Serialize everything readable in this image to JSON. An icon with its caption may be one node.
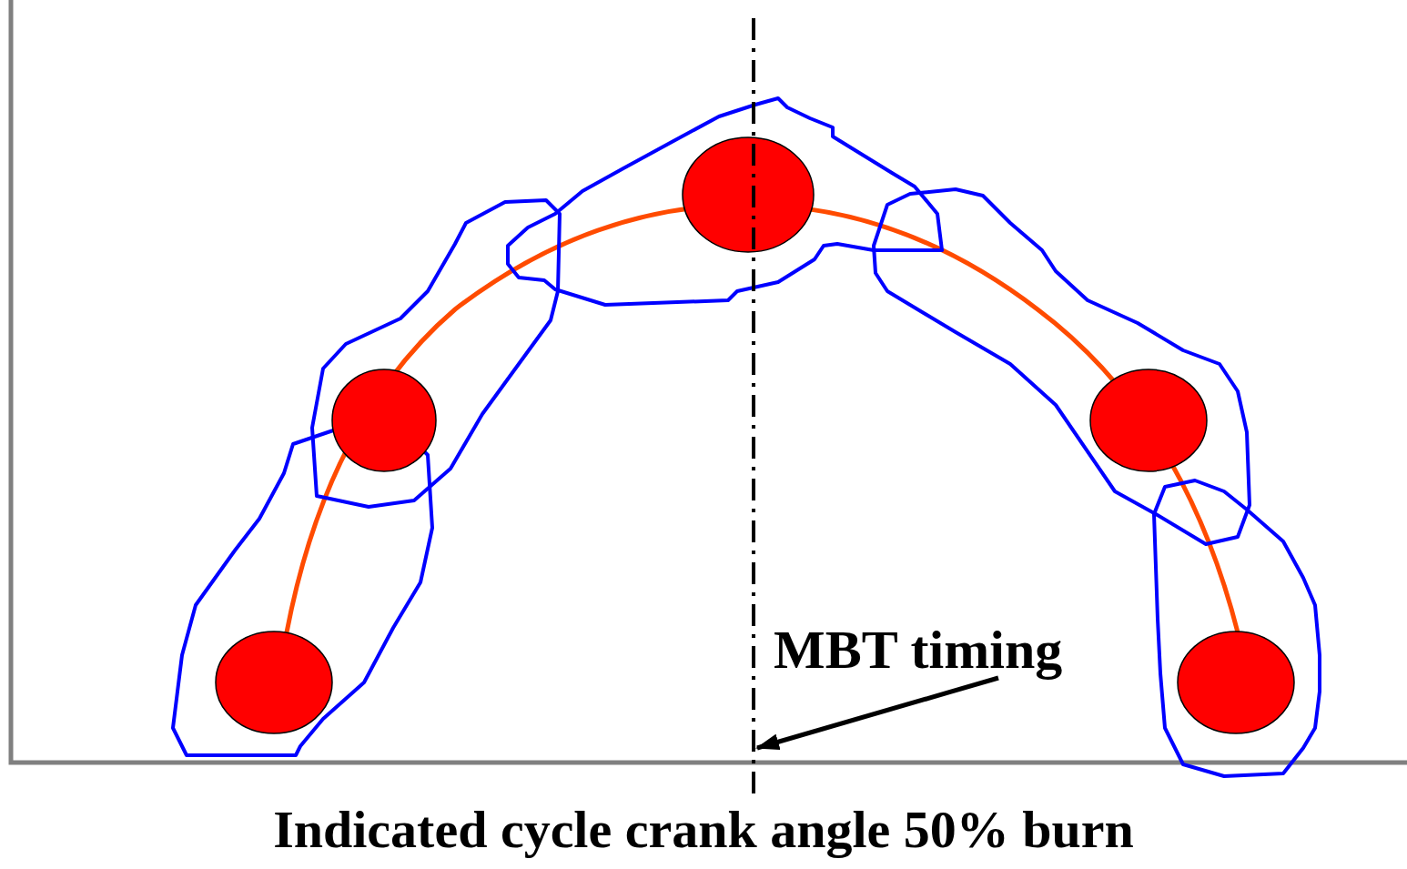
{
  "diagram": {
    "nodes": [
      {
        "text": [
          "MBT timing"
        ]
      },
      {
        "text": [],
        "shape": "line"
      }
    ],
    "edges": [
      {
        "from": 0,
        "to": 1,
        "arrow": "to"
      }
    ],
    "labels": [
      "Indicated cycle crank angle 50% burn"
    ]
  }
}
